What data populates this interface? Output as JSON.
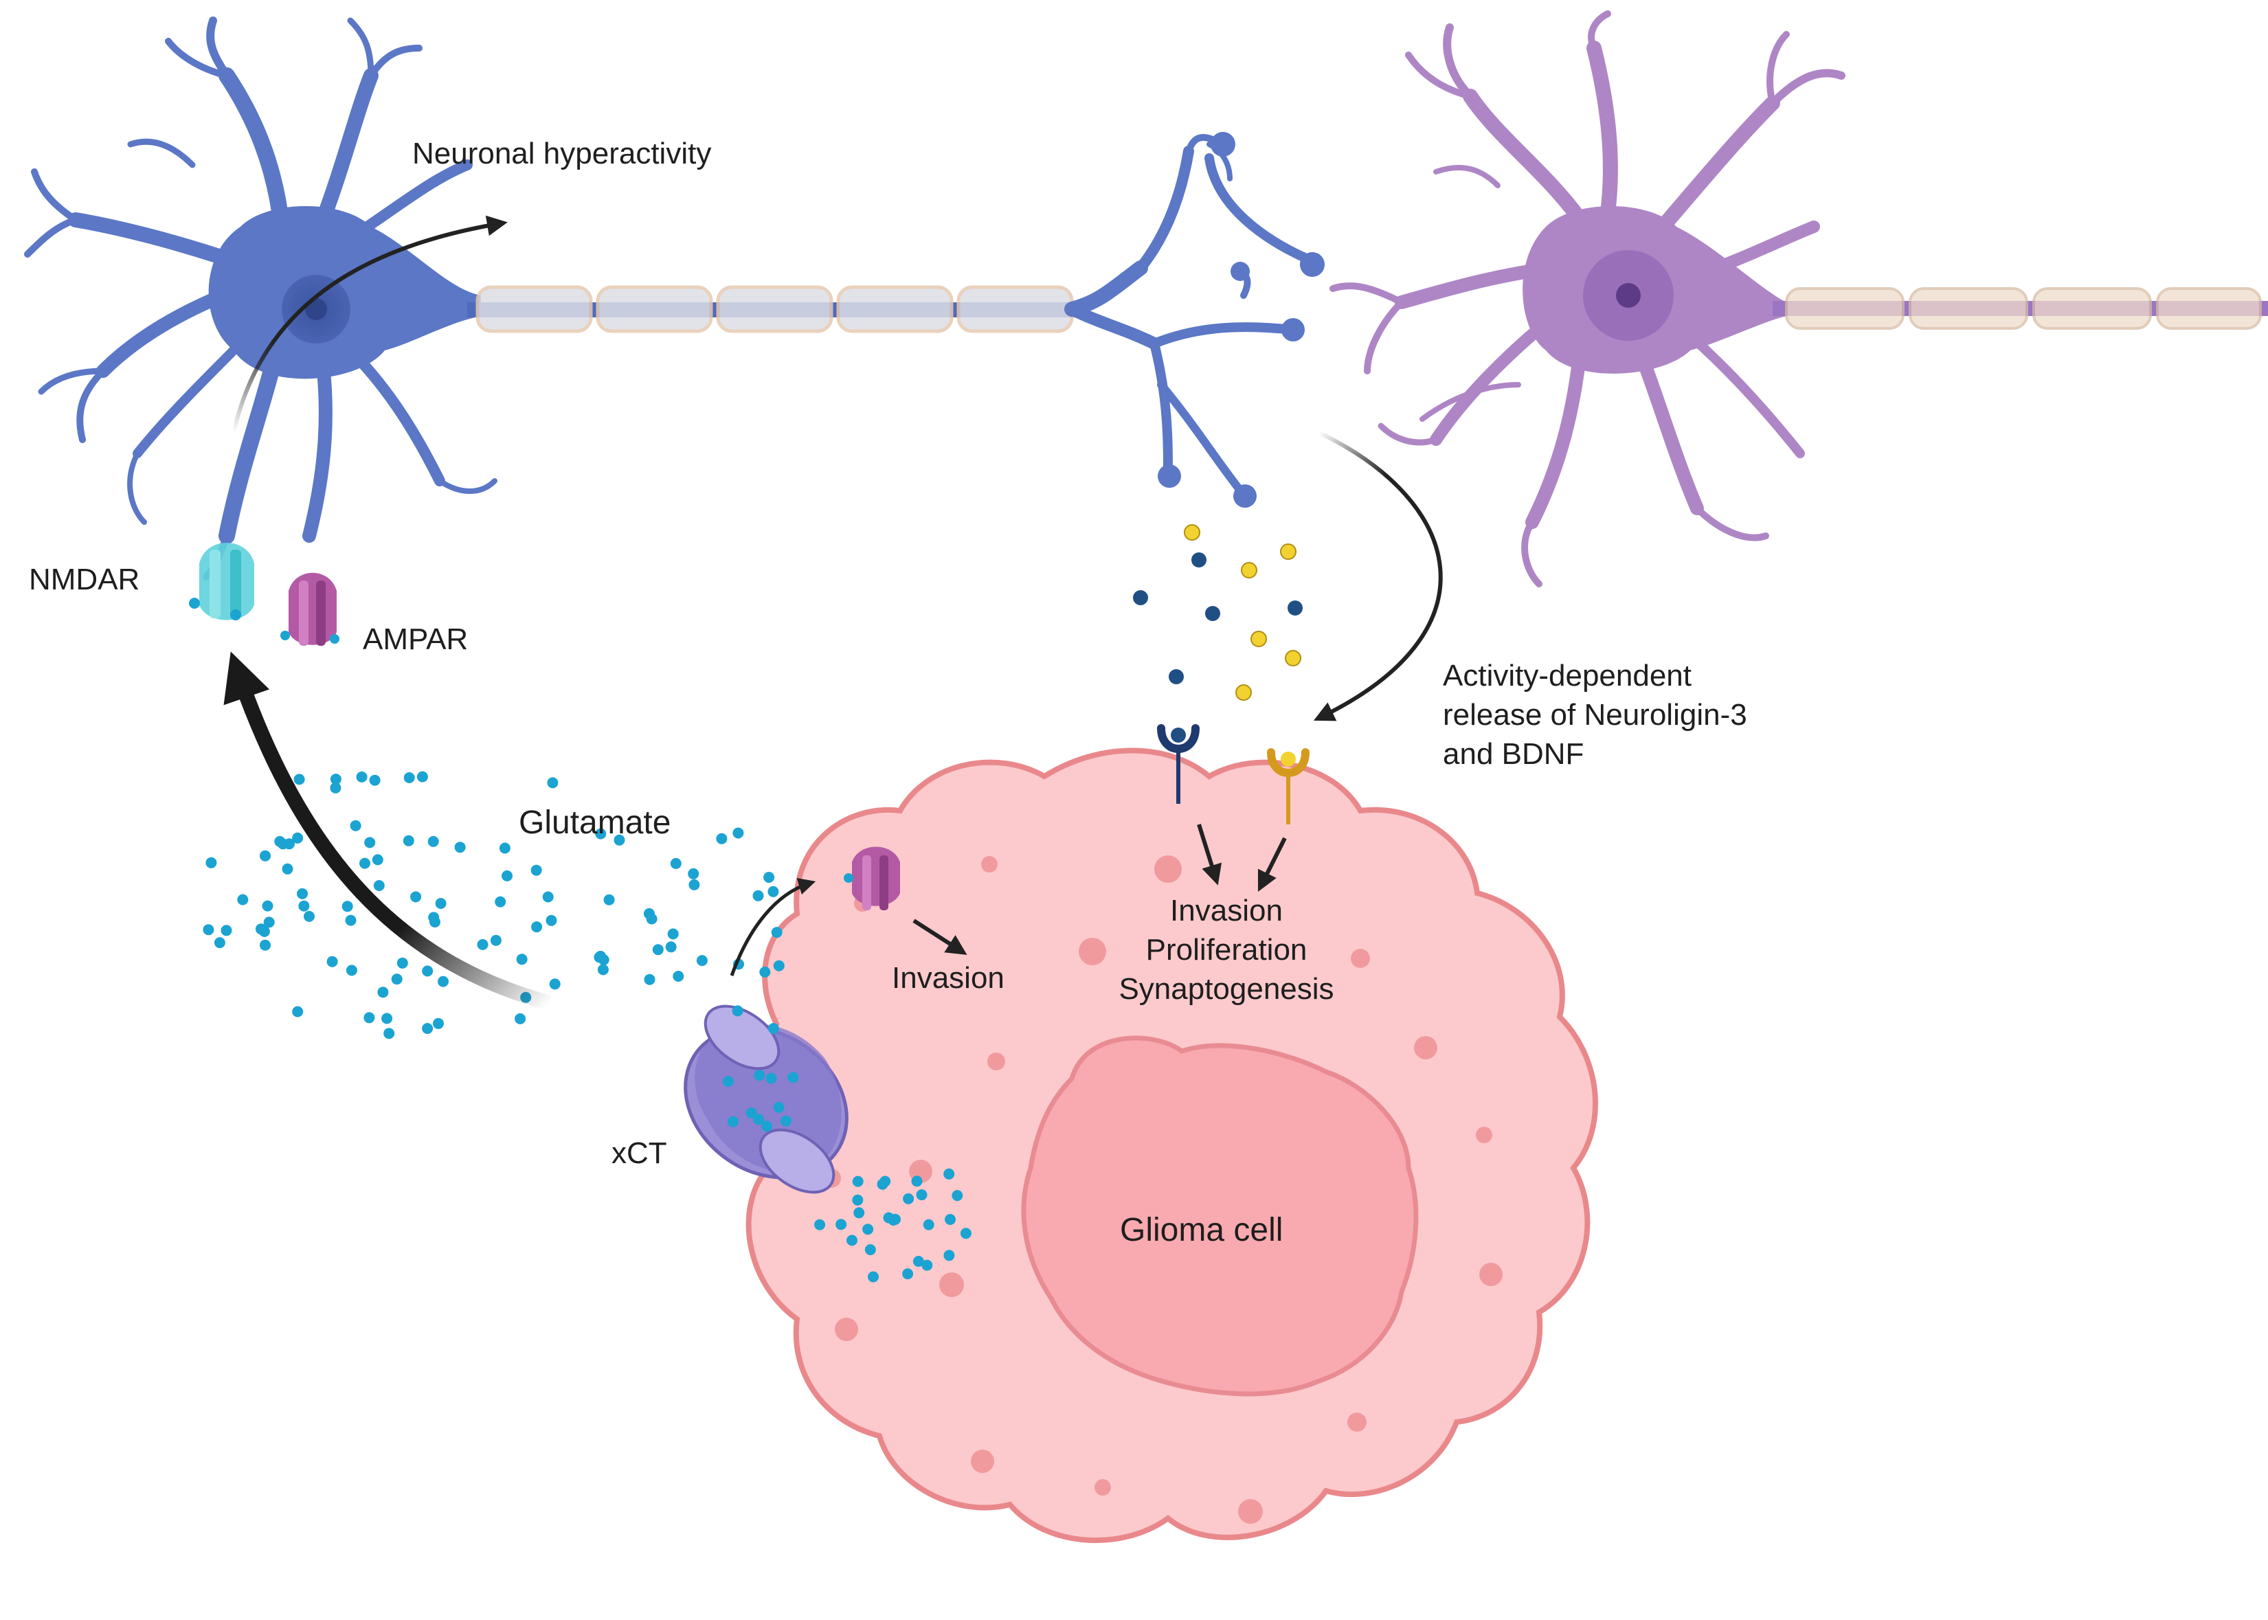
{
  "labels": {
    "neuronal_hyperactivity": "Neuronal hyperactivity",
    "nmdar": "NMDAR",
    "ampar": "AMPAR",
    "glutamate": "Glutamate",
    "xct": "xCT",
    "invasion_left": "Invasion",
    "effects": [
      "Invasion",
      "Proliferation",
      "Synaptogenesis"
    ],
    "activity_release": [
      "Activity-dependent",
      "release of Neuroligin-3",
      "and BDNF"
    ],
    "glioma_cell": "Glioma cell"
  },
  "colors": {
    "neuron_blue": "#5b77c6",
    "neuron_purple": "#ae86c6",
    "myelin": "#f0dccb",
    "glioma_fill": "#fccacc",
    "glioma_outline": "#e9888b",
    "nucleus_fill": "#f8aab0",
    "glutamate_dot": "#1ba3d2",
    "neuroligin_dot": "#1f4f84",
    "bdnf_dot": "#f2d230",
    "nmdar": "#5fd2dc",
    "ampar": "#b45aa5",
    "xct": "#9b8fd8"
  },
  "icons": [
    "neuron-icon",
    "receptor-icon",
    "transporter-icon",
    "arrow-icon"
  ]
}
